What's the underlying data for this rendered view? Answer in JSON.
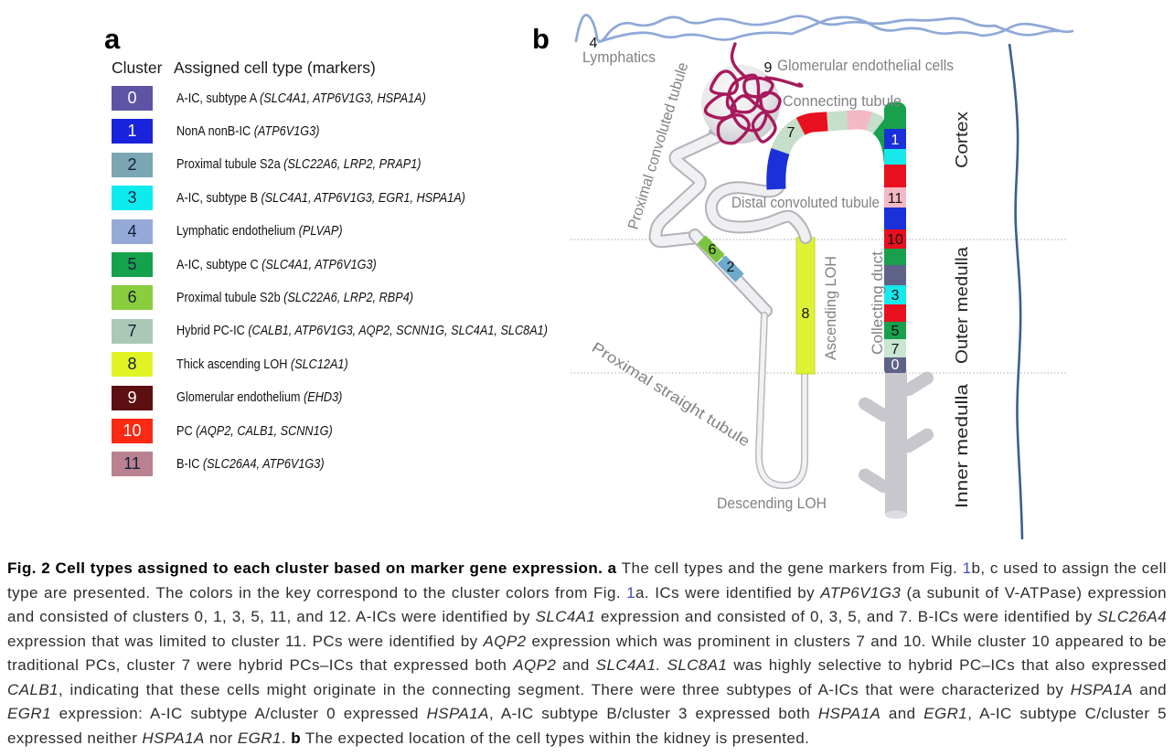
{
  "panels": {
    "a_label": "a",
    "b_label": "b"
  },
  "colors": {
    "c0": "#5d54a5",
    "c1": "#1a23dc",
    "c2": "#7ba6b3",
    "c3": "#0cecee",
    "c4": "#95a9d9",
    "c5": "#14a24c",
    "c6": "#8ace3f",
    "c7": "#aac7b7",
    "c8": "#e0f425",
    "c9": "#5d0f12",
    "c10": "#fb2a14",
    "c11": "#ba8191",
    "duct_slate": "#5f6287",
    "duct_pink": "#f4b9c5",
    "duct_blue": "#1a30d8",
    "duct_red": "#e8101e",
    "duct_green": "#18a04c",
    "duct_cyan": "#17e8ec",
    "duct_palegreen": "#c9e6d2",
    "sage": "#c5dfca",
    "seg6": "#7cc342",
    "seg2": "#6ca9cb",
    "loh_yellow": "#ddf235",
    "capillary": "#a7195c",
    "lymph_blue": "#8fa9d9",
    "vessel_blue": "#3d5d91"
  },
  "legend": {
    "header_cluster": "Cluster",
    "header_celltype": "Assigned cell type (markers)",
    "rows": [
      {
        "cluster": "0",
        "color": "#5d54a5",
        "number_color": "#ffffff",
        "cell_type": "A-IC, subtype A ",
        "markers": "(SLC4A1, ATP6V1G3, HSPA1A)"
      },
      {
        "cluster": "1",
        "color": "#1a23dc",
        "number_color": "#ffffff",
        "cell_type": "NonA nonB-IC ",
        "markers": "(ATP6V1G3)"
      },
      {
        "cluster": "2",
        "color": "#7ba6b3",
        "number_color": "#13203c",
        "cell_type": "Proximal tubule S2a ",
        "markers": "(SLC22A6, LRP2, PRAP1)"
      },
      {
        "cluster": "3",
        "color": "#0cecee",
        "number_color": "#13203c",
        "cell_type": "A-IC, subtype B ",
        "markers": "(SLC4A1, ATP6V1G3, EGR1, HSPA1A)"
      },
      {
        "cluster": "4",
        "color": "#95a9d9",
        "number_color": "#13203c",
        "cell_type": "Lymphatic endothelium ",
        "markers": "(PLVAP)"
      },
      {
        "cluster": "5",
        "color": "#14a24c",
        "number_color": "#13203c",
        "cell_type": "A-IC, subtype C ",
        "markers": "(SLC4A1, ATP6V1G3)"
      },
      {
        "cluster": "6",
        "color": "#8ace3f",
        "number_color": "#13203c",
        "cell_type": "Proximal tubule S2b ",
        "markers": "(SLC22A6, LRP2, RBP4)"
      },
      {
        "cluster": "7",
        "color": "#aac7b7",
        "number_color": "#13203c",
        "cell_type": "Hybrid PC-IC ",
        "markers": "(CALB1, ATP6V1G3, AQP2, SCNN1G, SLC4A1, SLC8A1)"
      },
      {
        "cluster": "8",
        "color": "#e0f425",
        "number_color": "#13203c",
        "cell_type": "Thick ascending LOH ",
        "markers": "(SLC12A1)"
      },
      {
        "cluster": "9",
        "color": "#5d0f12",
        "number_color": "#ffffff",
        "cell_type": "Glomerular endothelium ",
        "markers": "(EHD3)"
      },
      {
        "cluster": "10",
        "color": "#fb2a14",
        "number_color": "#ffffff",
        "cell_type": "PC ",
        "markers": "(AQP2, CALB1, SCNN1G)"
      },
      {
        "cluster": "11",
        "color": "#ba8191",
        "number_color": "#13203c",
        "cell_type": "B-IC ",
        "markers": "(SLC26A4, ATP6V1G3)"
      }
    ]
  },
  "diagram": {
    "labels": {
      "lymphatics": "Lymphatics",
      "glomerular": "Glomerular endothelial cells",
      "connecting_tubule": "Connecting tubule",
      "proximal_convoluted": "Proximal convoluted tubule",
      "distal_convoluted": "Distal convoluted tubule",
      "proximal_straight": "Proximal straight tubule",
      "ascending_loh": "Ascending LOH",
      "descending_loh": "Descending LOH",
      "collecting_duct": "Collecting duct",
      "cortex": "Cortex",
      "outer_medulla": "Outer medulla",
      "inner_medulla": "Inner medulla"
    },
    "numbers": {
      "lymph": "4",
      "glom": "9",
      "arch7": "7",
      "seg6": "6",
      "seg2": "2",
      "loh8": "8",
      "duct1": "1",
      "duct11": "11",
      "duct10": "10",
      "duct3": "3",
      "duct5": "5",
      "duct7": "7",
      "duct0": "0"
    }
  },
  "caption": {
    "runs": [
      {
        "text": "Fig. 2 Cell types assigned to each cluster based on marker gene expression. a",
        "style": "b"
      },
      {
        "text": " The cell types and the gene markers from Fig. ",
        "style": ""
      },
      {
        "text": "1",
        "style": "link"
      },
      {
        "text": "b, c used to assign the cell type are presented. The colors in the key correspond to the cluster colors from Fig. ",
        "style": ""
      },
      {
        "text": "1",
        "style": "link"
      },
      {
        "text": "a. ICs were identified by ",
        "style": ""
      },
      {
        "text": "ATP6V1G3",
        "style": "i"
      },
      {
        "text": " (a subunit of V-ATPase) expression and consisted of clusters 0, 1, 3, 5, 11, and 12. A-ICs were identified by ",
        "style": ""
      },
      {
        "text": "SLC4A1",
        "style": "i"
      },
      {
        "text": " expression and consisted of 0, 3, 5, and 7. B-ICs were identified by ",
        "style": ""
      },
      {
        "text": "SLC26A4",
        "style": "i"
      },
      {
        "text": " expression that was limited to cluster 11. PCs were identified by ",
        "style": ""
      },
      {
        "text": "AQP2",
        "style": "i"
      },
      {
        "text": " expression which was prominent in clusters 7 and 10. While cluster 10 appeared to be traditional PCs, cluster 7 were hybrid PCs–ICs that expressed both ",
        "style": ""
      },
      {
        "text": "AQP2",
        "style": "i"
      },
      {
        "text": " and ",
        "style": ""
      },
      {
        "text": "SLC4A1. SLC8A1",
        "style": "i"
      },
      {
        "text": " was highly selective to hybrid PC–ICs that also expressed ",
        "style": ""
      },
      {
        "text": "CALB1",
        "style": "i"
      },
      {
        "text": ", indicating that these cells might originate in the connecting segment. There were three subtypes of A-ICs that were characterized by ",
        "style": ""
      },
      {
        "text": "HSPA1A",
        "style": "i"
      },
      {
        "text": " and ",
        "style": ""
      },
      {
        "text": "EGR1",
        "style": "i"
      },
      {
        "text": " expression: A-IC subtype A/cluster 0 expressed ",
        "style": ""
      },
      {
        "text": "HSPA1A",
        "style": "i"
      },
      {
        "text": ", A-IC subtype B/cluster 3 expressed both ",
        "style": ""
      },
      {
        "text": "HSPA1A",
        "style": "i"
      },
      {
        "text": " and ",
        "style": ""
      },
      {
        "text": "EGR1",
        "style": "i"
      },
      {
        "text": ", A-IC subtype C/cluster 5 expressed neither ",
        "style": ""
      },
      {
        "text": "HSPA1A",
        "style": "i"
      },
      {
        "text": " nor ",
        "style": ""
      },
      {
        "text": "EGR1",
        "style": "i"
      },
      {
        "text": ". ",
        "style": ""
      },
      {
        "text": "b",
        "style": "b"
      },
      {
        "text": " The expected location of the cell types within the kidney is presented.",
        "style": ""
      }
    ]
  }
}
